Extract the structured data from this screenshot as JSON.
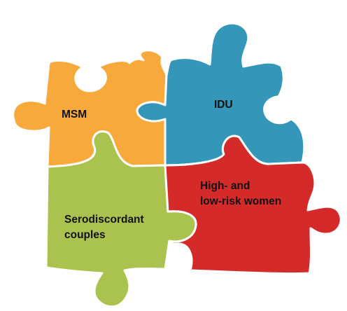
{
  "pieces": [
    {
      "id": "msm",
      "label_lines": [
        "MSM"
      ],
      "color": "#F7A93B"
    },
    {
      "id": "idu",
      "label_lines": [
        "IDU"
      ],
      "color": "#3496B8"
    },
    {
      "id": "serodiscordant",
      "label_lines": [
        "Serodiscordant",
        "couples"
      ],
      "color": "#A9C34E"
    },
    {
      "id": "women",
      "label_lines": [
        "High- and",
        "low-risk women"
      ],
      "color": "#D42A2A"
    }
  ]
}
